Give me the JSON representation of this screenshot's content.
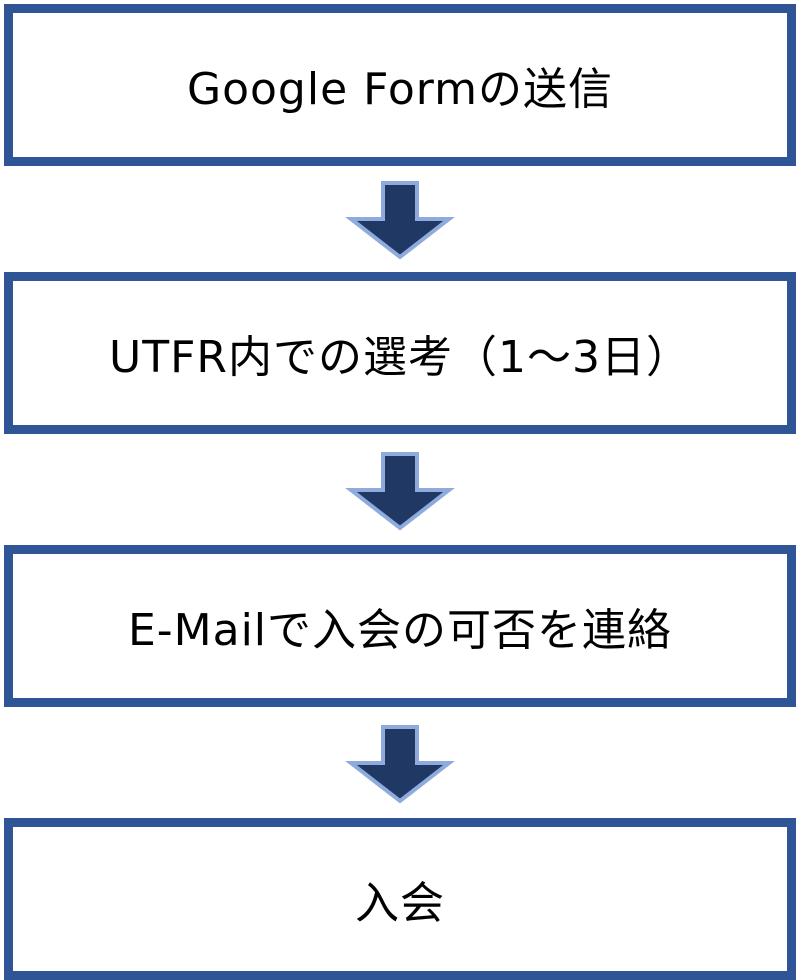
{
  "steps": [
    {
      "label": "Google Formの送信"
    },
    {
      "label": "UTFR内での選考（1～3日）"
    },
    {
      "label": "E-Mailで入会の可否を連絡"
    },
    {
      "label": "入会"
    }
  ],
  "colors": {
    "box_border": "#2f5597",
    "arrow_fill": "#1f3864",
    "arrow_outline": "#8faadc"
  }
}
